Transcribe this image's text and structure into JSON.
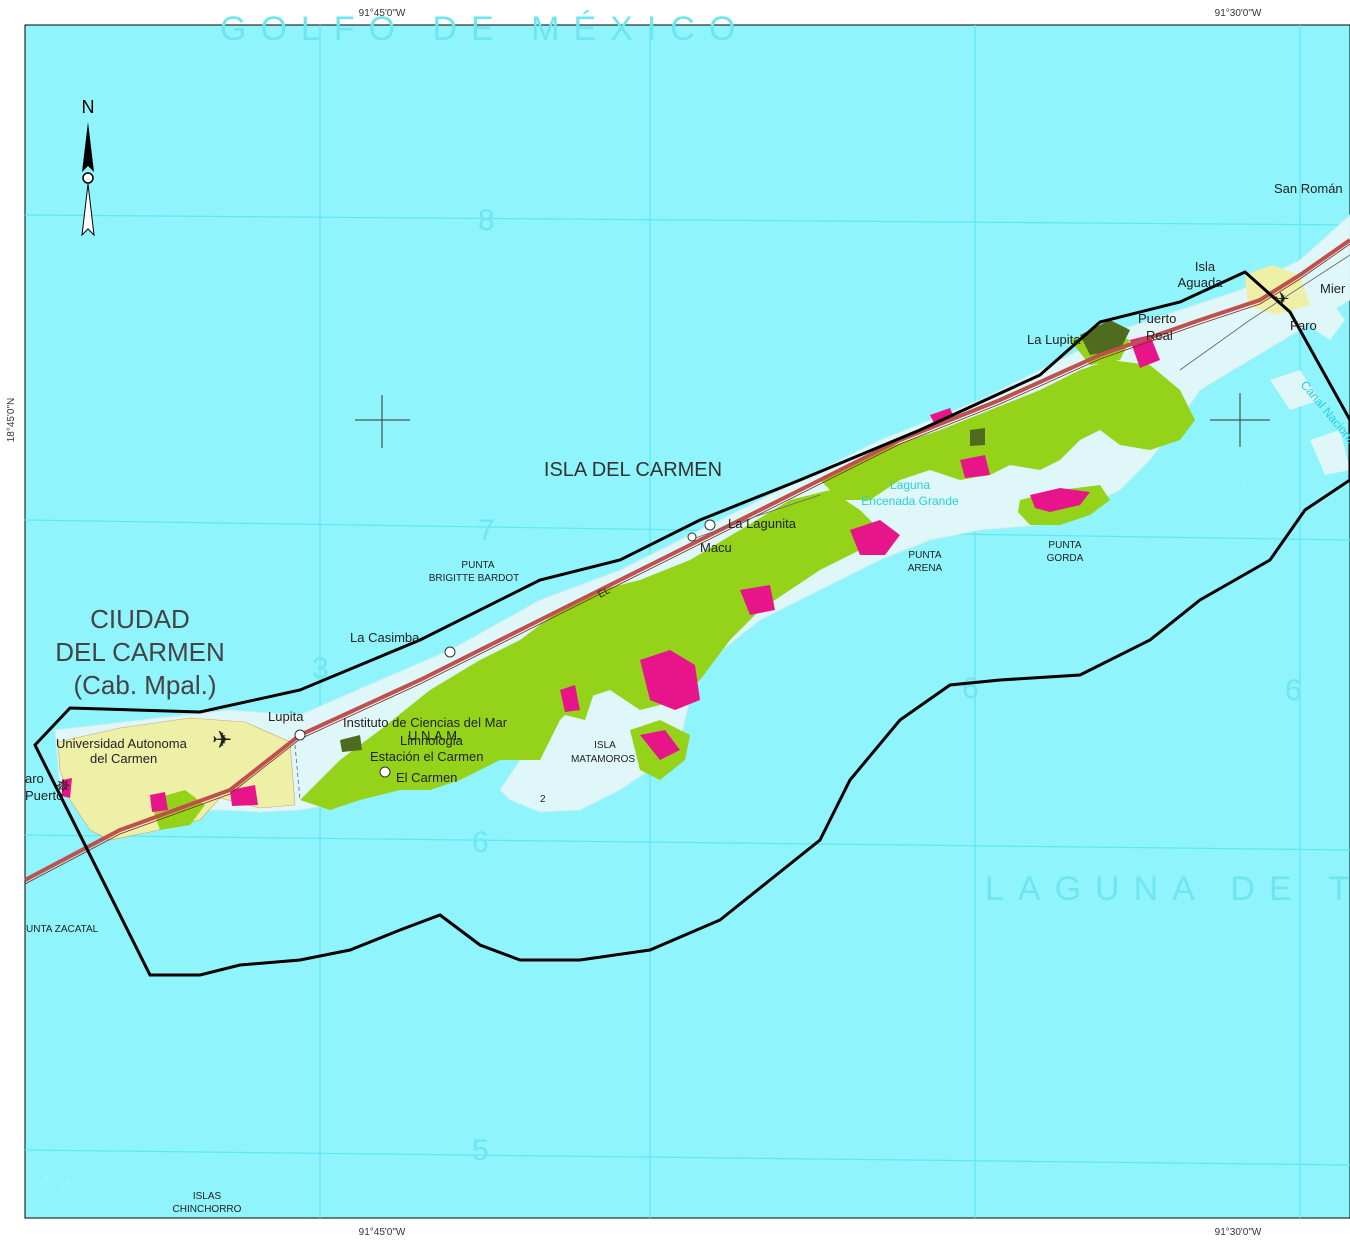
{
  "coordinates": {
    "top_left": "91°45'0\"W",
    "top_right": "91°30'0\"W",
    "bottom_left": "91°45'0\"W",
    "bottom_right": "91°30'0\"W",
    "left_lat": "18°45'0\"N"
  },
  "north_arrow": {
    "label": "N"
  },
  "water_bodies": {
    "gulf": "GOLFO DE MÉXICO",
    "laguna": "LAGUNA DE TÉRM",
    "laguna_encenada_1": "Laguna",
    "laguna_encenada_2": "Encenada Grande"
  },
  "grid_numbers": [
    "8",
    "7",
    "6",
    "5",
    "3",
    "6",
    "6"
  ],
  "city": {
    "line1": "CIUDAD",
    "line2": "DEL CARMEN",
    "line3": "(Cab. Mpal.)"
  },
  "island_name": "ISLA DEL CARMEN",
  "places": {
    "san_roman": "San Román",
    "isla_aguada_1": "Isla",
    "isla_aguada_2": "Aguada",
    "mier": "Mier",
    "faro_right": "Faro",
    "puerto_real_1": "Puerto",
    "puerto_real_2": "Real",
    "la_lupita_top": "La Lupita",
    "la_casimba": "La Casimba",
    "la_lupita_left": "Lupita",
    "universidad_1": "Universidad Autonoma",
    "universidad_2": "del Carmen",
    "faro_left": "aro",
    "puerto_left": "Puerto",
    "unam_1": "U.N.A.M.",
    "unam_2": "Instituto de Ciencias del Mar",
    "unam_3": "Limnologia",
    "unam_4": "Estación el Carmen",
    "el_carmen": "El Carmen",
    "la_lagunita": "La Lagunita",
    "macu": "Macu",
    "el_road": "EL",
    "punta_brigitte_1": "PUNTA",
    "punta_brigitte_2": "BRIGITTE BARDOT",
    "punta_arena_1": "PUNTA",
    "punta_arena_2": "ARENA",
    "punta_gorda_1": "PUNTA",
    "punta_gorda_2": "GORDA",
    "isla_matamoros_1": "ISLA",
    "isla_matamoros_2": "MATAMOROS",
    "punta_zacatal": "UNTA ZACATAL",
    "islas_chinchorro_1": "ISLAS",
    "islas_chinchorro_2": "CHINCHORRO",
    "canal_label": "Canal Nacional",
    "marker_2": "2"
  },
  "colors": {
    "water": "#8ff4fb",
    "grid": "#5fe8f2",
    "island_white": "#dff7f8",
    "vegetation": "#94d31a",
    "dark_vegetation": "#4f6b1f",
    "magenta": "#e8158a",
    "urban": "#eef0a8",
    "road": "#c0504d",
    "boundary": "#000000"
  }
}
